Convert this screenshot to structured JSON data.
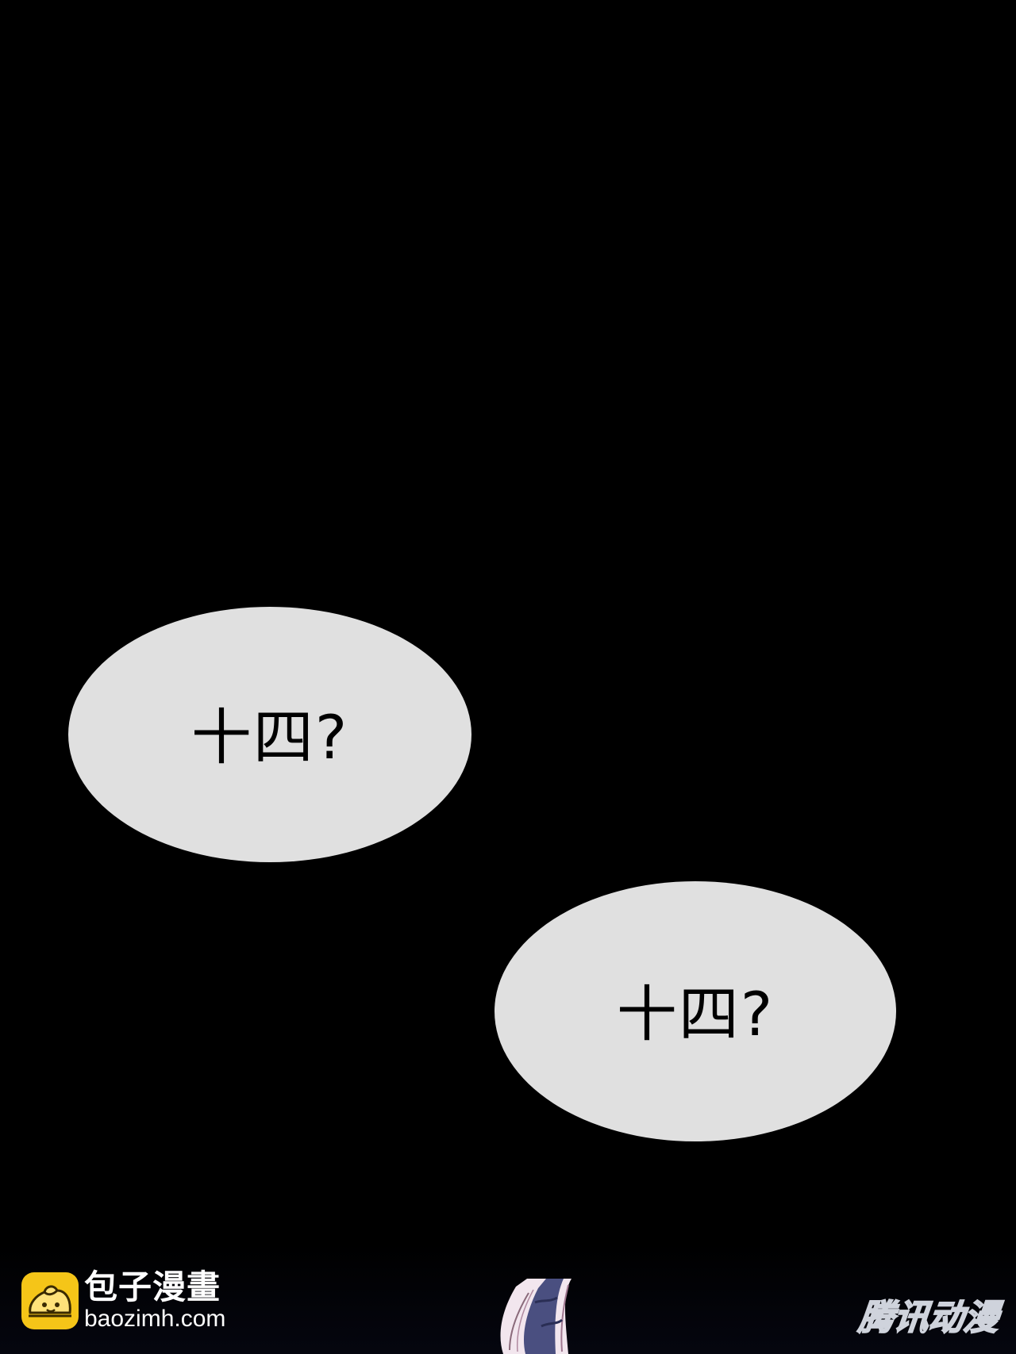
{
  "bubbles": [
    {
      "text": "十四?"
    },
    {
      "text": "十四?"
    }
  ],
  "watermark_left": {
    "name": "包子漫畫",
    "url": "baozimh.com",
    "logo_icon": "steamed-bun-icon",
    "logo_color": "#f5c518"
  },
  "watermark_right": {
    "text": "腾讯动漫"
  },
  "colors": {
    "background": "#000000",
    "bubble": "#e0e0e0",
    "bubble_text": "#000000"
  }
}
